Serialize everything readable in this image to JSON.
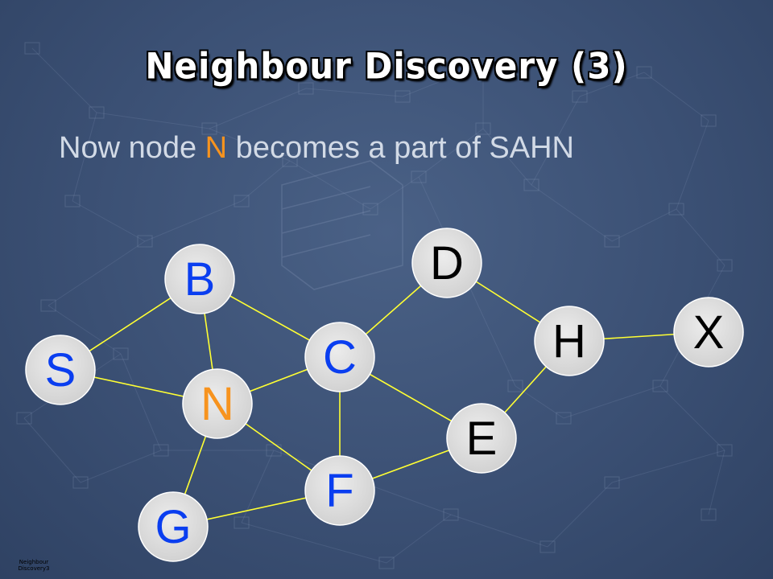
{
  "title": "Neighbour Discovery (3)",
  "subtitle": {
    "prefix": "Now node ",
    "highlight": "N",
    "suffix": " becomes a part of SAHN"
  },
  "footer": {
    "line1": "Neighbour",
    "line2": "Discovery3"
  },
  "colors": {
    "edge": "#ffff33",
    "node_fill": "#dcdcdc",
    "blue_label": "#0a3ef0",
    "black_label": "#000000",
    "orange_label": "#f7931e"
  },
  "graph": {
    "nodes": [
      {
        "id": "B",
        "label": "B",
        "color": "blue"
      },
      {
        "id": "D",
        "label": "D",
        "color": "black"
      },
      {
        "id": "S",
        "label": "S",
        "color": "blue"
      },
      {
        "id": "C",
        "label": "C",
        "color": "blue"
      },
      {
        "id": "H",
        "label": "H",
        "color": "black"
      },
      {
        "id": "X",
        "label": "X",
        "color": "black"
      },
      {
        "id": "N",
        "label": "N",
        "color": "orange"
      },
      {
        "id": "E",
        "label": "E",
        "color": "black"
      },
      {
        "id": "F",
        "label": "F",
        "color": "blue"
      },
      {
        "id": "G",
        "label": "G",
        "color": "blue"
      }
    ],
    "edges": [
      [
        "S",
        "B"
      ],
      [
        "S",
        "N"
      ],
      [
        "B",
        "N"
      ],
      [
        "B",
        "C"
      ],
      [
        "N",
        "C"
      ],
      [
        "N",
        "F"
      ],
      [
        "N",
        "G"
      ],
      [
        "C",
        "F"
      ],
      [
        "C",
        "E"
      ],
      [
        "C",
        "D"
      ],
      [
        "D",
        "H"
      ],
      [
        "H",
        "E"
      ],
      [
        "H",
        "X"
      ],
      [
        "E",
        "F"
      ],
      [
        "F",
        "G"
      ]
    ]
  }
}
